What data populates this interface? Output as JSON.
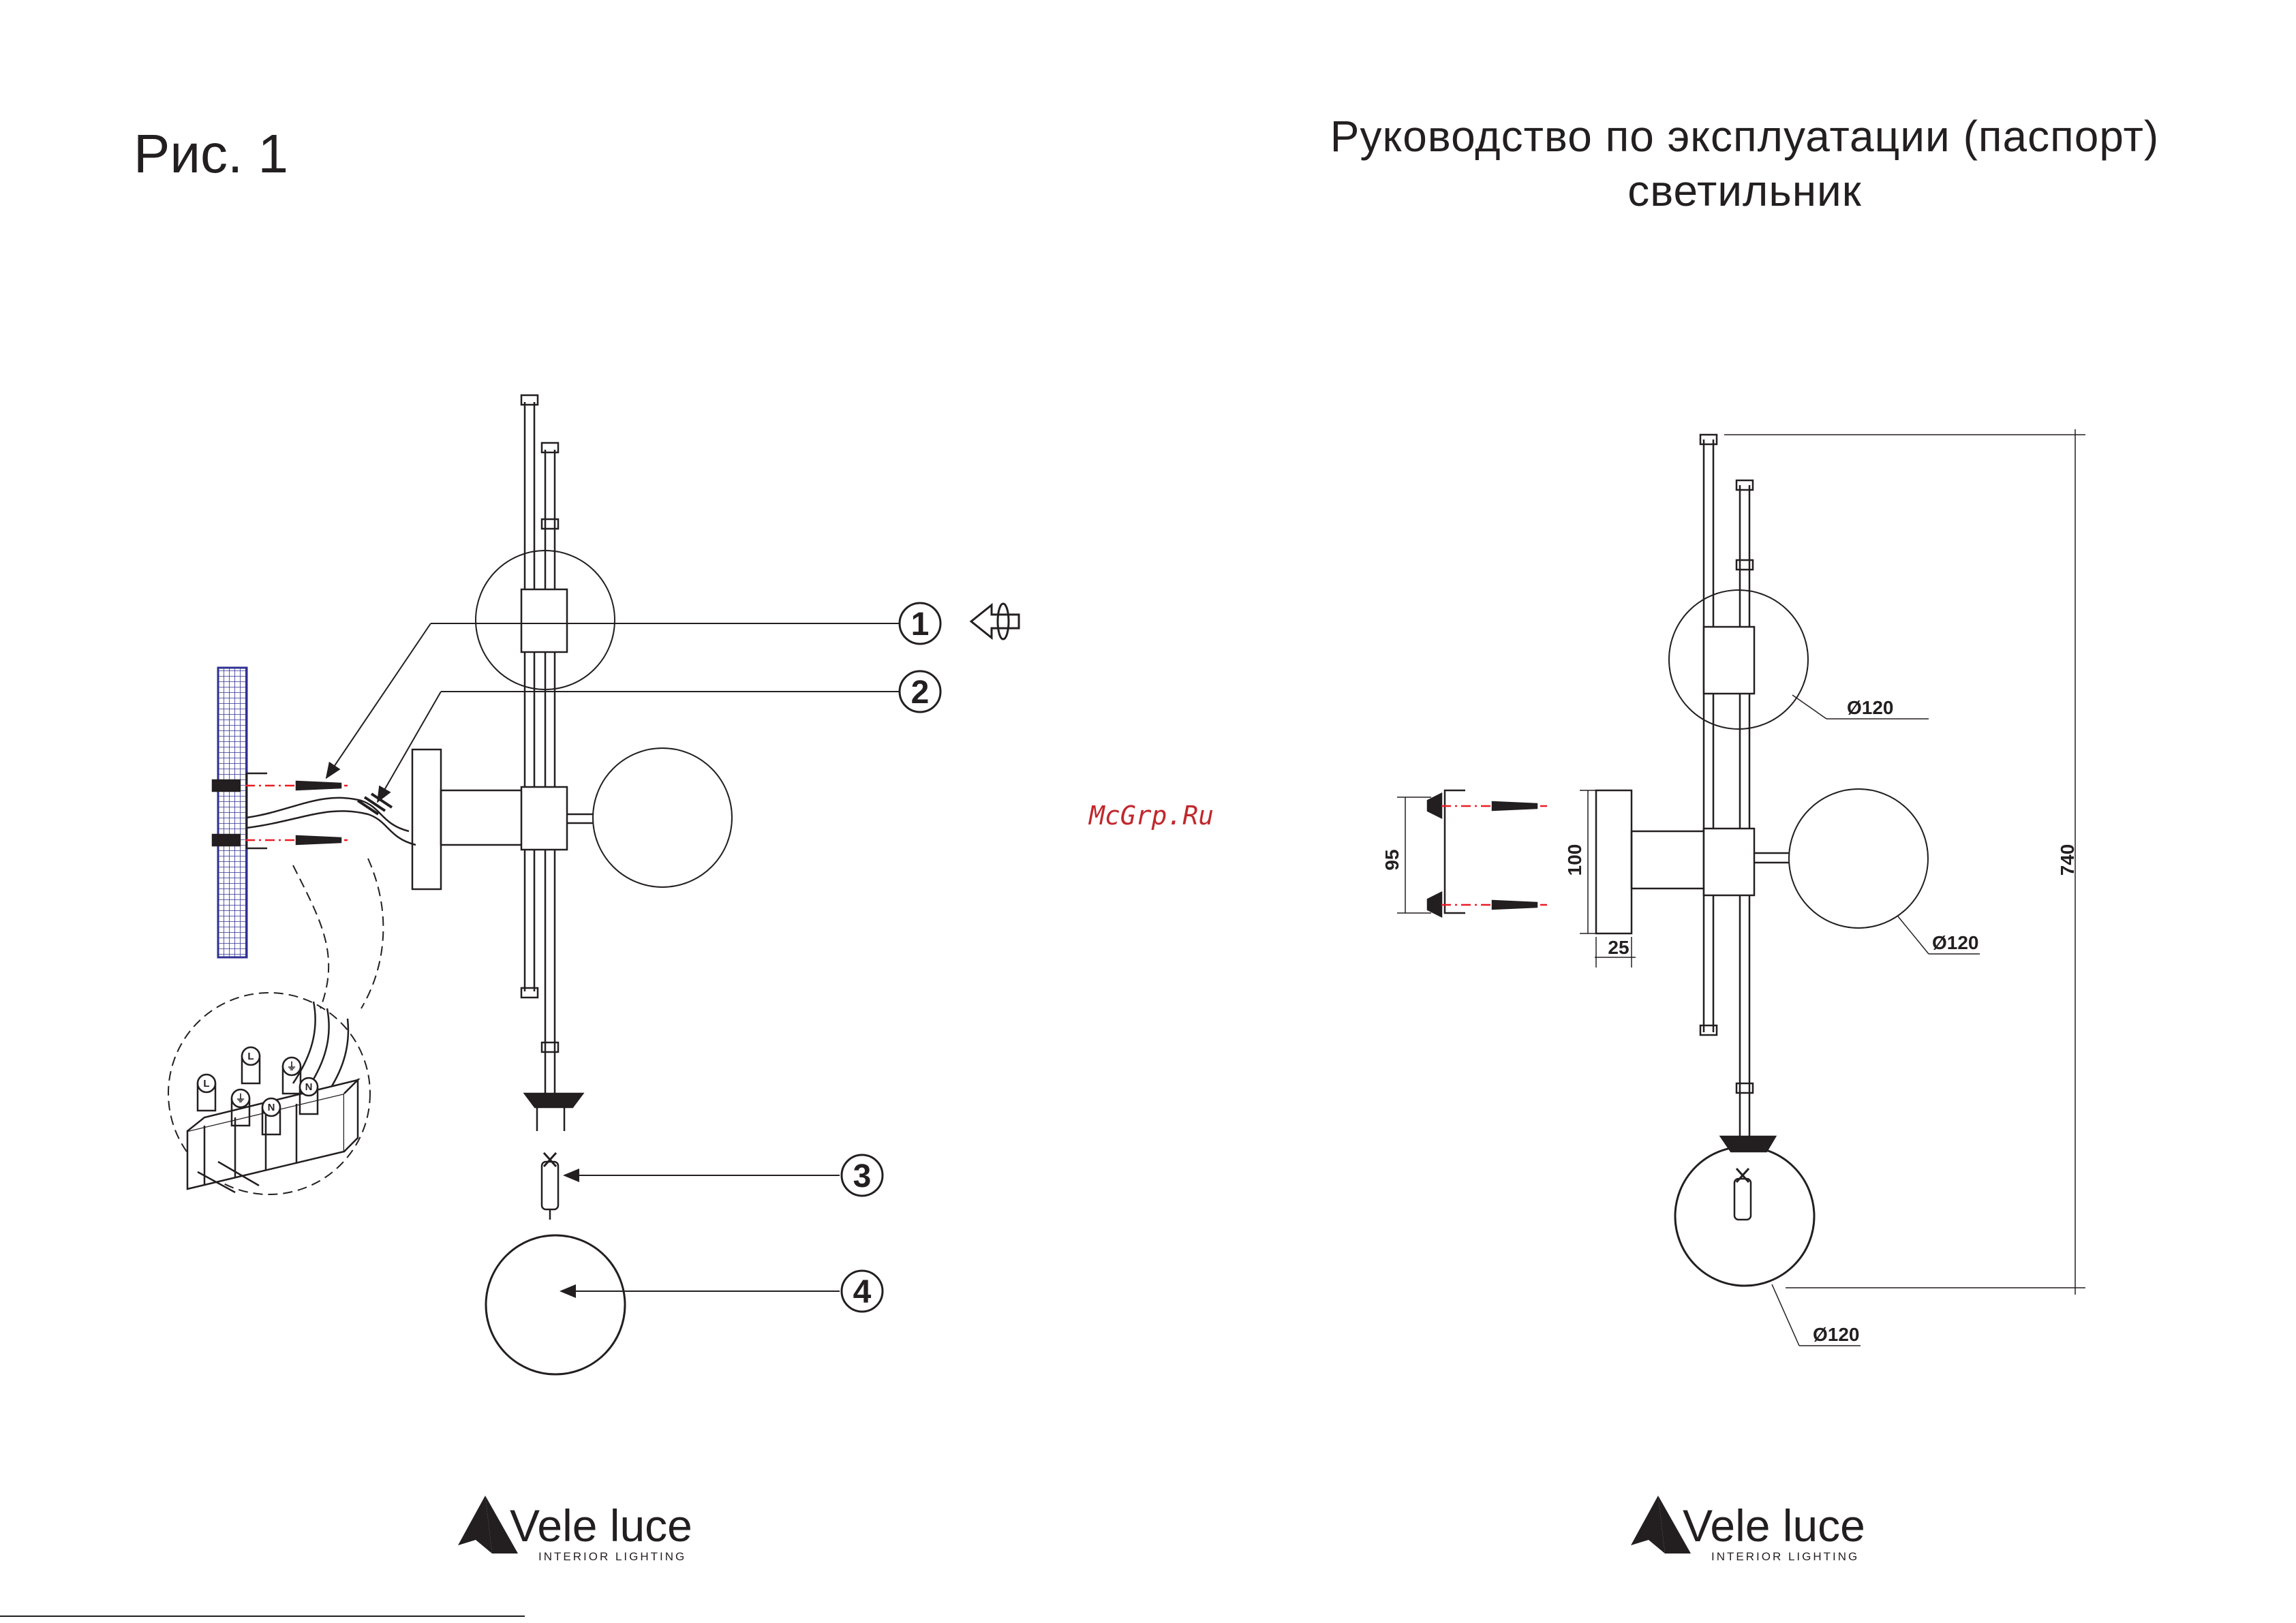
{
  "figure_label": "Рис. 1",
  "title": {
    "line1": "Руководство по эксплуатации (паспорт)",
    "line2": "светильник"
  },
  "watermark": "McGrp.Ru",
  "callouts": [
    "1",
    "2",
    "3",
    "4"
  ],
  "terminal_labels": [
    "L",
    "L",
    "N",
    "N",
    "⏚",
    "⏚"
  ],
  "dimensions": {
    "height": "740",
    "bracket_spacing": "95",
    "base_height": "100",
    "base_depth": "25",
    "shade_top": "Ø120",
    "shade_middle": "Ø120",
    "shade_bottom": "Ø120"
  },
  "brand": {
    "name": "Vele luce",
    "tagline": "INTERIOR LIGHTING"
  },
  "icons": [
    "rotate-arrow-icon",
    "brand-logo-icon"
  ],
  "colors": {
    "line": "#231f20",
    "wall": "#2e3192",
    "screw_axis": "#ed1c24",
    "watermark": "#c0282d"
  }
}
